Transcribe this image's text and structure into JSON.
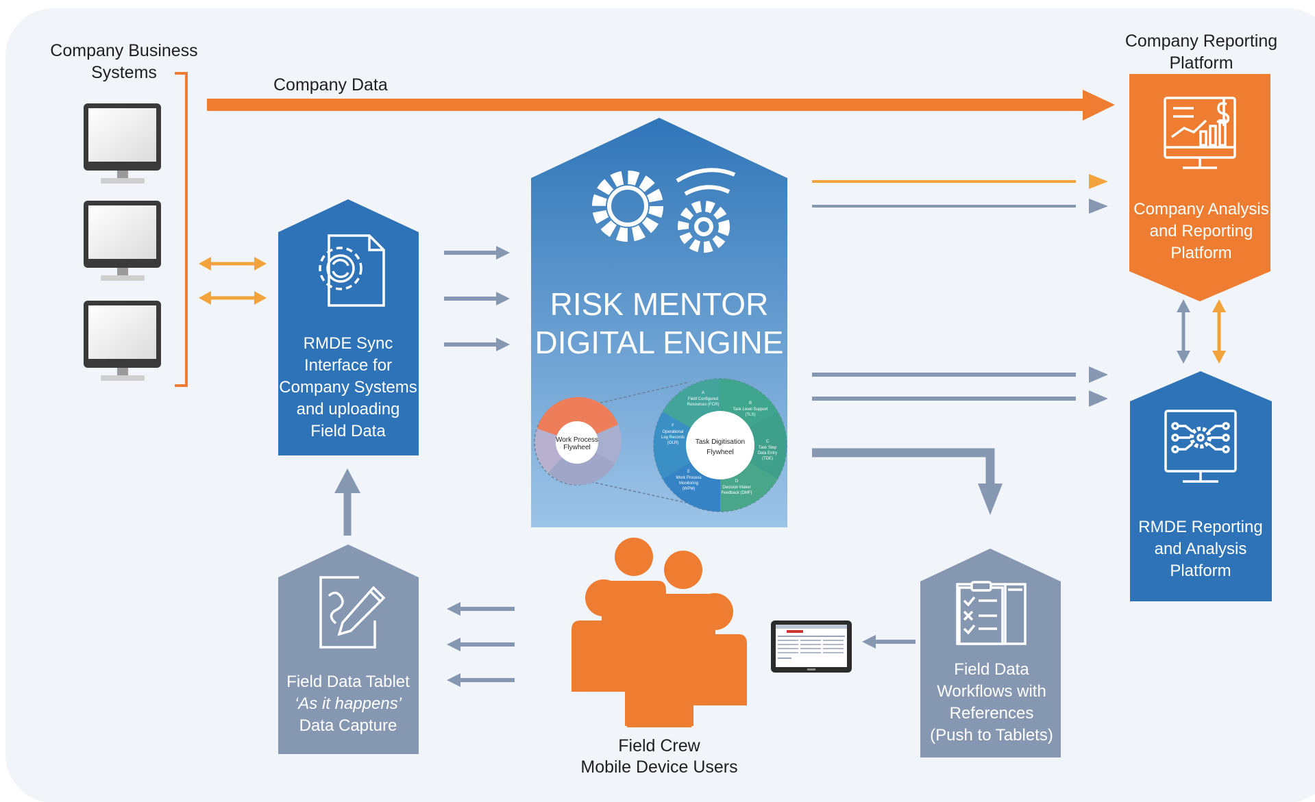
{
  "colors": {
    "background": "#f1f4f8",
    "orange": "#ee7d31",
    "blue": "#2e73b7",
    "gray_blue": "#8697b2",
    "light_orange": "#f3a33c"
  },
  "labels": {
    "company_business_systems": [
      "Company Business",
      "Systems"
    ],
    "company_data": "Company Data",
    "company_reporting_platform": [
      "Company Reporting",
      "Platform"
    ],
    "field_crew": [
      "Field Crew",
      "Mobile Device Users"
    ]
  },
  "nodes": {
    "sync": {
      "lines": [
        "RMDE Sync",
        "Interface for",
        "Company Systems",
        "and uploading",
        "Field Data"
      ],
      "icon": "sync-document-icon"
    },
    "engine": {
      "lines": [
        "RISK MENTOR",
        "DIGITAL ENGINE"
      ],
      "icon": "gears-icon"
    },
    "analysis": {
      "lines": [
        "Company Analysis",
        "and Reporting",
        "Platform"
      ],
      "icon": "dashboard-monitor-icon"
    },
    "rmde_reporting": {
      "lines": [
        "RMDE Reporting",
        "and Analysis",
        "Platform"
      ],
      "icon": "circuit-monitor-icon"
    },
    "tablet_capture": {
      "line1": "Field Data Tablet",
      "line2": "‘As it happens’",
      "line3": "Data Capture",
      "icon": "edit-document-icon"
    },
    "workflows": {
      "lines": [
        "Field Data",
        "Workflows with",
        "References",
        "(Push to Tablets)"
      ],
      "icon": "checklist-icon"
    }
  },
  "flywheel_large": {
    "center": [
      "Task Digitisation",
      "Flywheel"
    ],
    "segments": [
      [
        "A",
        "Field Configured",
        "Resources (FCR)"
      ],
      [
        "B",
        "Task Level Support",
        "(TLS)"
      ],
      [
        "C",
        "Task Step",
        "Data Entry",
        "(TDE)"
      ],
      [
        "D",
        "Decision Maker",
        "Feedback (DMF)"
      ],
      [
        "E",
        "Work Process",
        "Monitoring",
        "(WPM)"
      ],
      [
        "F",
        "Operational",
        "Log Records",
        "(OLR)"
      ]
    ]
  },
  "flywheel_small": {
    "center": [
      "Work Process",
      "Flywheel"
    ]
  }
}
